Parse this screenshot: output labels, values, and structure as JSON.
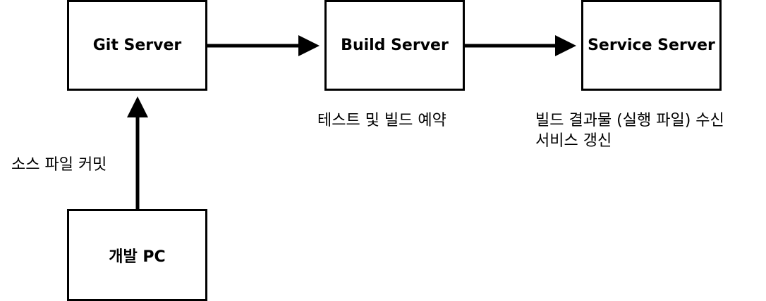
{
  "nodes": {
    "git_server": "Git Server",
    "build_server": "Build Server",
    "service_server": "Service Server",
    "dev_pc": "개발 PC"
  },
  "annotations": {
    "build": "테스트 및 빌드 예약",
    "service_line1": "빌드 결과물 (실행 파일) 수신",
    "service_line2": "서비스 갱신",
    "dev_commit": "소스 파일 커밋"
  }
}
